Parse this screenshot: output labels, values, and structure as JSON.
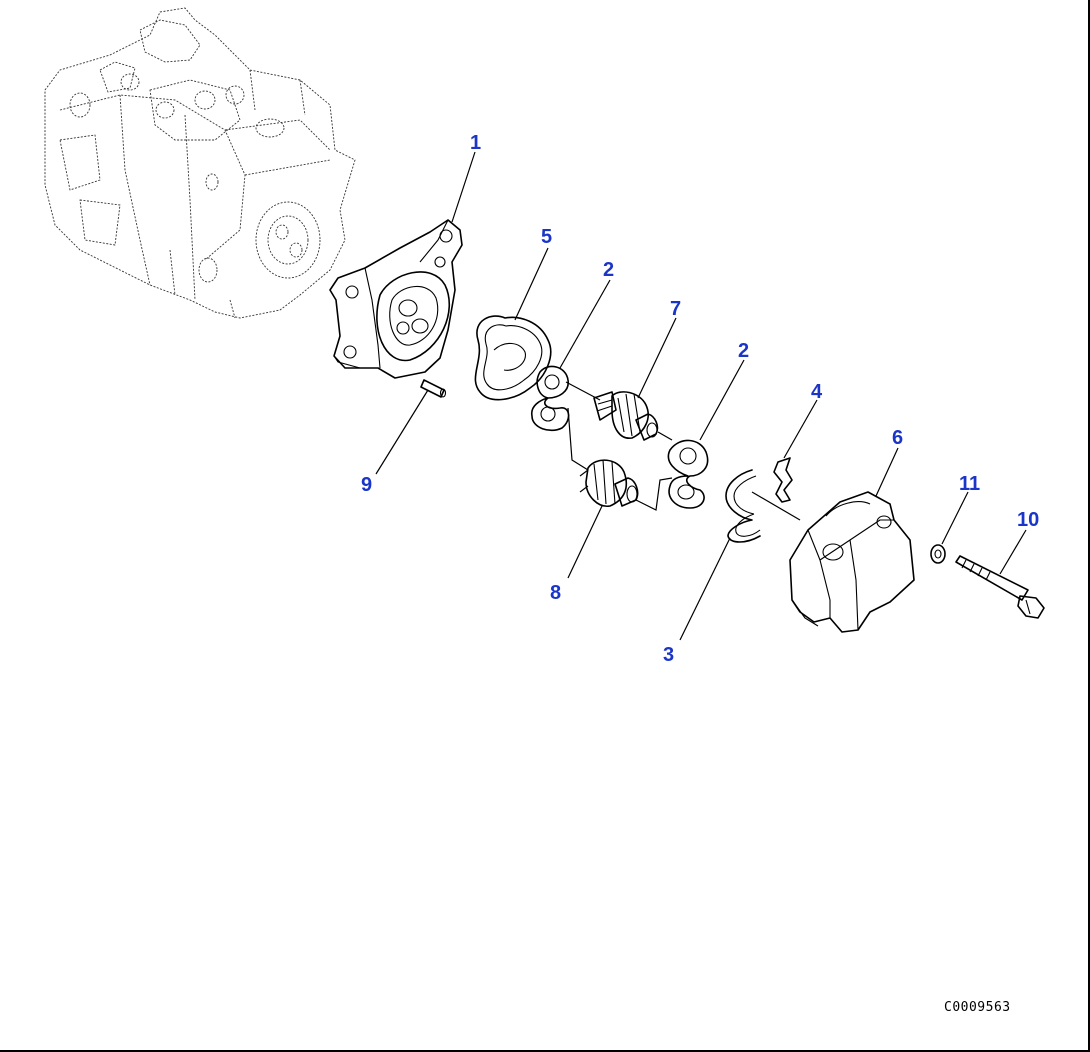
{
  "callouts": {
    "c1": "1",
    "c2a": "2",
    "c2b": "2",
    "c3": "3",
    "c4": "4",
    "c5": "5",
    "c6": "6",
    "c7": "7",
    "c8": "8",
    "c9": "9",
    "c10": "10",
    "c11": "11"
  },
  "drawing_number": "C0009563",
  "colors": {
    "callout": "#1a35c8",
    "line": "#000000",
    "background": "#ffffff"
  }
}
